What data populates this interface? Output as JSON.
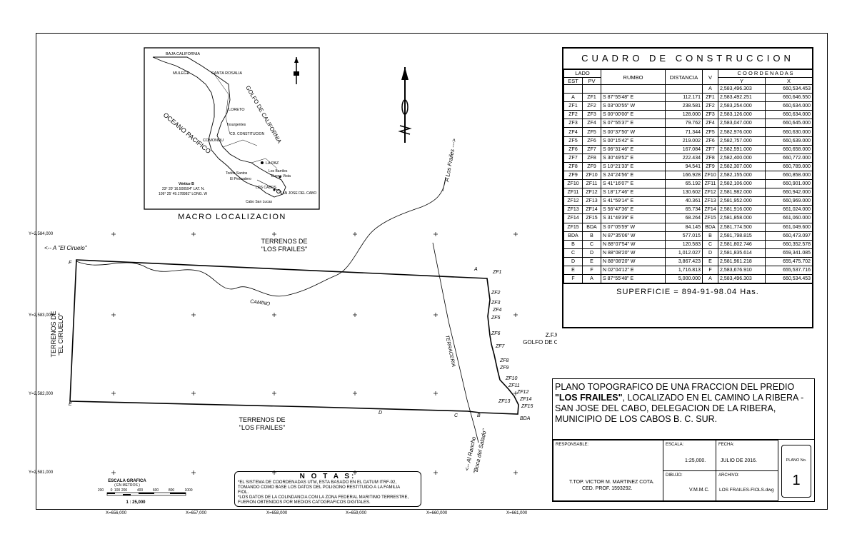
{
  "macro": {
    "title": "MACRO LOCALIZACION",
    "places": {
      "baja_california": "BAJA CALIFORNIA",
      "mulege": "MULEGE",
      "santa_rosalia": "SANTA ROSALIA",
      "golfo": "GOLFO DE CALIFORNIA",
      "loreto": "LORETO",
      "insurgentes": "Insurgentes",
      "cd_constitucion": "CD. CONSTITUCION",
      "comondu": "COMONDU",
      "oceano": "OCEANO PACIFICO",
      "la_paz": "LA PAZ",
      "los_barriles": "Los Barriles",
      "buena_vista": "Buena Vista",
      "todos_santos": "Todos Santos",
      "el_pescadero": "El Pescadero",
      "los_cabos": "LOS CABOS",
      "san_jose": "SAN JOSE DEL CABO",
      "cabo_san_lucas": "Cabo San Lucas"
    },
    "vertex": {
      "title": "Vértice B",
      "lat": "23° 20' 16.500594\" LAT. N.",
      "lon": "109° 25' 49.178981\" LONG. W"
    }
  },
  "map": {
    "grid_y": [
      "Y=2,584,000",
      "Y=2,583,000",
      "Y=2,582,000",
      "Y=2,581,000"
    ],
    "grid_x": [
      "X=656,000",
      "X=657,000",
      "X=658,000",
      "X=659,000",
      "X=660,000",
      "X=661,000"
    ],
    "terrenos_top": [
      "TERRENOS DE",
      "\"LOS FRAILES\""
    ],
    "terrenos_bottom": [
      "TERRENOS DE",
      "\"LOS FRAILES\""
    ],
    "terrenos_left": [
      "TERRENOS DE",
      "\"EL CIRUELO\""
    ],
    "el_ciruelo": "<-- A \"El Ciruelo\"",
    "los_frailes": "A Los Frailes --->",
    "al_rancho": [
      "<-- Al Rancho",
      "\"Boca del Salado\""
    ],
    "camino": "CAMINO",
    "terraceria": "TERRACERIA",
    "zfmt": [
      "Z.F.M.T.",
      "GOLFO DE CALIFORNIA"
    ],
    "vertices": {
      "F": "F",
      "E": "E",
      "D": "D",
      "C": "C",
      "B": "B",
      "A": "A",
      "BDA": "BDA"
    },
    "zf": [
      "ZF1",
      "ZF2",
      "ZF3",
      "ZF4",
      "ZF5",
      "ZF6",
      "ZF7",
      "ZF8",
      "ZF9",
      "ZF10",
      "ZF11",
      "ZF12",
      "ZF13",
      "ZF14",
      "ZF15"
    ]
  },
  "scale": {
    "title": "ESCALA GRAFICA",
    "subtitle": "( EN METROS )",
    "ticks": [
      "200",
      "0",
      "100",
      "200",
      "400",
      "600",
      "800",
      "1000"
    ],
    "ratio": "1 : 25,000"
  },
  "notes": {
    "title": "N O T A S:",
    "lines": [
      "*EL SISTEMA DE COORDENADAS UTM, ESTA BASADO EN EL DATUM ITRF-92,",
      "TOMANDO COMO BASE LOS DATOS DEL POLIGONO RESTITUIDO A LA FAMILIA",
      "FIOL.",
      "*LOS DATOS DE LA COLINDANCIA CON LA ZONA FEDERAL MARITIMO TERRESTRE,",
      "FUERON OBTENIDOS POR MEDIOS CATOGRAFICOS DIGITALES."
    ]
  },
  "table": {
    "title": "CUADRO DE CONSTRUCCION",
    "headers": {
      "lado": "LADO",
      "est": "EST",
      "pv": "PV",
      "rumbo": "RUMBO",
      "distancia": "DISTANCIA",
      "v": "V",
      "coords": "C O O R D E N A D A S",
      "y": "Y",
      "x": "X"
    },
    "rows": [
      [
        "",
        "",
        "",
        "",
        "A",
        "2,583,496.303",
        "660,534.453"
      ],
      [
        "A",
        "ZF1",
        "S 87°55'48\" E",
        "112.171",
        "ZF1",
        "2,583,492.251",
        "660,646.550"
      ],
      [
        "ZF1",
        "ZF2",
        "S 03°00'55\" W",
        "238.581",
        "ZF2",
        "2,583,254.000",
        "660,634.000"
      ],
      [
        "ZF2",
        "ZF3",
        "S 00°00'00\" E",
        "128.000",
        "ZF3",
        "2,583,126.000",
        "660,634.000"
      ],
      [
        "ZF3",
        "ZF4",
        "S 07°55'37\" E",
        "79.762",
        "ZF4",
        "2,583,047.000",
        "660,645.000"
      ],
      [
        "ZF4",
        "ZF5",
        "S 00°37'50\" W",
        "71.344",
        "ZF5",
        "2,582,976.000",
        "660,630.000"
      ],
      [
        "ZF5",
        "ZF6",
        "S 00°15'42\" E",
        "219.002",
        "ZF6",
        "2,582,757.000",
        "660,639.000"
      ],
      [
        "ZF6",
        "ZF7",
        "S 06°31'46\" E",
        "167.084",
        "ZF7",
        "2,582,591.000",
        "660,658.000"
      ],
      [
        "ZF7",
        "ZF8",
        "S 30°49'52\" E",
        "222.434",
        "ZF8",
        "2,582,400.000",
        "660,772.000"
      ],
      [
        "ZF8",
        "ZF9",
        "S 10°21'33\" E",
        "94.541",
        "ZF9",
        "2,582,307.000",
        "660,789.000"
      ],
      [
        "ZF9",
        "ZF10",
        "S 24°24'56\" E",
        "166.928",
        "ZF10",
        "2,582,155.000",
        "660,858.000"
      ],
      [
        "ZF10",
        "ZF11",
        "S 41°16'07\" E",
        "65.192",
        "ZF11",
        "2,582,106.000",
        "660,901.000"
      ],
      [
        "ZF11",
        "ZF12",
        "S 18°17'46\" E",
        "130.602",
        "ZF12",
        "2,581,982.000",
        "660,942.000"
      ],
      [
        "ZF12",
        "ZF13",
        "S 41°59'14\" E",
        "40.361",
        "ZF13",
        "2,581,952.000",
        "660,969.000"
      ],
      [
        "ZF13",
        "ZF14",
        "S 56°47'36\" E",
        "65.734",
        "ZF14",
        "2,581,916.000",
        "661,024.000"
      ],
      [
        "ZF14",
        "ZF15",
        "S 31°49'39\" E",
        "68.264",
        "ZF15",
        "2,581,858.000",
        "661,060.000"
      ],
      [
        "ZF15",
        "BDA",
        "S 07°05'59\" W",
        "84.145",
        "BDA",
        "2,581,774.500",
        "661,049.600"
      ],
      [
        "BDA",
        "B",
        "N 87°35'06\" W",
        "577.015",
        "B",
        "2,581,798.815",
        "660,473.097"
      ],
      [
        "B",
        "C",
        "N 88°07'54\" W",
        "120.583",
        "C",
        "2,581,802.746",
        "660,352.578"
      ],
      [
        "C",
        "D",
        "N 88°08'20\" W",
        "1,012.027",
        "D",
        "2,581,835.614",
        "659,341.085"
      ],
      [
        "D",
        "E",
        "N 88°08'20\" W",
        "3,867.423",
        "E",
        "2,581,961.218",
        "655,475.702"
      ],
      [
        "E",
        "F",
        "N 02°04'12\" E",
        "1,716.813",
        "F",
        "2,583,676.910",
        "655,537.716"
      ],
      [
        "F",
        "A",
        "S 87°55'48\" E",
        "5,000.000",
        "A",
        "2,583,496.303",
        "660,534.453"
      ]
    ],
    "surface": "SUPERFICIE = 894-91-98.04 Has."
  },
  "titleblock": {
    "desc_bold1": "PLANO TOPOGRAFICO DE UNA FRACCION DEL PREDIO ",
    "desc_quote": "\"LOS FRAILES\"",
    "desc_rest": ", LOCALIZADO EN EL CAMINO LA RIBERA - SAN JOSE DEL CABO, DELEGACION DE LA RIBERA, MUNICIPIO DE LOS CABOS B. C. SUR.",
    "responsable_label": "RESPONSABLE:",
    "responsable_name": "T.TOP. VICTOR M. MARTINEZ COTA.",
    "responsable_ced": "CED. PROF. 1593292.",
    "escala_label": "ESCALA:",
    "escala_value": "1:25,000.",
    "fecha_label": "FECHA:",
    "fecha_value": "JULIO DE 2016.",
    "dibujo_label": "DIBUJO:",
    "dibujo_value": "V.M.M.C.",
    "archivo_label": "ARCHIVO:",
    "archivo_value": "LOS FRAILES-FIOLS.dwg",
    "plano_label": "PLANO No.",
    "plano_value": "1"
  }
}
